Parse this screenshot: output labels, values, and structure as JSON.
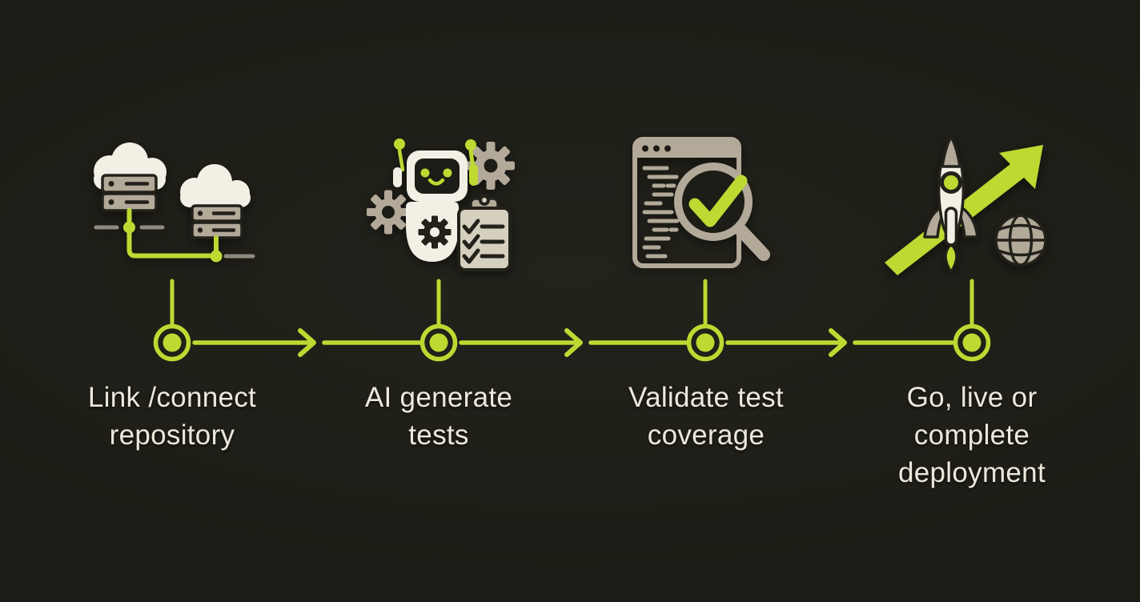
{
  "colors": {
    "bg": "#1d1c16",
    "accent": "#bdd932",
    "cream": "#f2efe4",
    "tan": "#b2a999",
    "tanlight": "#d5cfbf",
    "dark": "#22211a",
    "grey": "#8f8a7d",
    "text": "#ebe8dc"
  },
  "diagram": {
    "type": "process-timeline",
    "direction": "left-to-right",
    "node_count": 4
  },
  "steps": [
    {
      "id": "link-repository",
      "icon": "cloud-servers-icon",
      "label_lines": [
        "Link /connect",
        "repository"
      ]
    },
    {
      "id": "ai-generate-tests",
      "icon": "ai-robot-icon",
      "label_lines": [
        "AI generate",
        "tests"
      ]
    },
    {
      "id": "validate-coverage",
      "icon": "code-review-icon",
      "label_lines": [
        "Validate test",
        "coverage"
      ]
    },
    {
      "id": "go-live",
      "icon": "rocket-launch-icon",
      "label_lines": [
        "Go, live or",
        "complete",
        "deployment"
      ]
    }
  ]
}
